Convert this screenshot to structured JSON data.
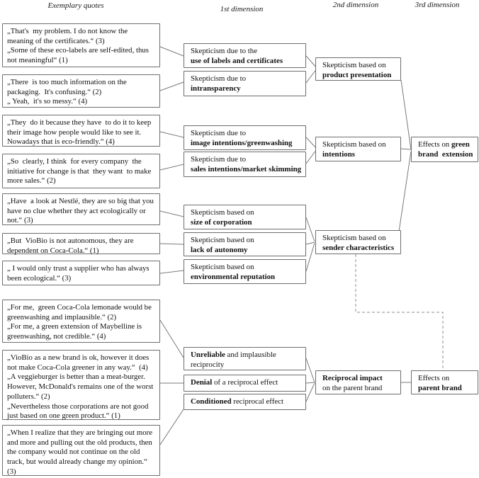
{
  "headers": [
    {
      "label": "Exemplary quotes"
    },
    {
      "label": "1st dimension"
    },
    {
      "label": "2nd dimension"
    },
    {
      "label": "3rd dimension"
    }
  ],
  "quotes": [
    {
      "lines": [
        "„That's  my problem. I do not know the",
        "meaning of the certificates.“ (3)",
        "„Some of these eco-labels are self-edited, thus",
        "not meaningful“ (1)"
      ]
    },
    {
      "lines": [
        "„There  is too much information on the",
        "packaging.  It's confusing.“ (2)",
        "„ Yeah,  it's so messy.“ (4)"
      ]
    },
    {
      "lines": [
        "„They  do it because they have  to do it to keep",
        "their image how people would like to see it.",
        "Nowadays that is eco-friendly.“ (4)"
      ]
    },
    {
      "lines": [
        "„So  clearly, I think  for every company  the",
        "initiative for change is that  they want  to make",
        "more sales.“ (2)"
      ]
    },
    {
      "lines": [
        "„Have  a look at Nestlé, they are so big that you",
        "have no clue whether they act ecologically or",
        "not.“ (3)"
      ]
    },
    {
      "lines": [
        "„But  VioBio is not autonomous, they are",
        "dependent on Coca-Cola.“ (1)"
      ]
    },
    {
      "lines": [
        "„ I would only trust a supplier who has always",
        "been ecological.“ (3)"
      ]
    },
    {
      "lines": [
        "„For me,  green Coca-Cola lemonade would be",
        "greenwashing and implausible.“ (2)",
        "„For me, a green extension of Maybelline is",
        "greenwashing, not credible.“ (4)"
      ]
    },
    {
      "lines": [
        "„VioBio as a new brand is ok, however it does",
        "not make Coca-Cola greener in any way.“  (4)",
        "„A veggieburger is better than a meat-burger.",
        "However, McDonald's remains one of the worst",
        "polluters.“ (2)",
        "„Nevertheless those corporations are not good",
        "just based on one green product.“ (1)"
      ]
    },
    {
      "lines": [
        "„When I realize that they are bringing out more",
        "and more and pulling out the old products, then",
        "the company would not continue on the old",
        "track, but would already change my opinion.“",
        "(3)"
      ]
    }
  ],
  "dim1": [
    {
      "lines": [
        [
          {
            "text": "Skepticism due to the",
            "bold": false
          }
        ],
        [
          {
            "text": "use of labels and certificates",
            "bold": true
          }
        ]
      ]
    },
    {
      "lines": [
        [
          {
            "text": "Skepticism due to",
            "bold": false
          }
        ],
        [
          {
            "text": "intransparency",
            "bold": true
          }
        ]
      ]
    },
    {
      "lines": [
        [
          {
            "text": "Skepticism due to",
            "bold": false
          }
        ],
        [
          {
            "text": "image intentions/greenwashing",
            "bold": true
          }
        ]
      ]
    },
    {
      "lines": [
        [
          {
            "text": "Skepticism due to",
            "bold": false
          }
        ],
        [
          {
            "text": "sales intentions/market skimming",
            "bold": true
          }
        ]
      ]
    },
    {
      "lines": [
        [
          {
            "text": "Skepticism based on",
            "bold": false
          }
        ],
        [
          {
            "text": "size of corporation",
            "bold": true
          }
        ]
      ]
    },
    {
      "lines": [
        [
          {
            "text": "Skepticism based on",
            "bold": false
          }
        ],
        [
          {
            "text": "lack of autonomy",
            "bold": true
          }
        ]
      ]
    },
    {
      "lines": [
        [
          {
            "text": "Skepticism based on",
            "bold": false
          }
        ],
        [
          {
            "text": "environmental reputation",
            "bold": true
          }
        ]
      ]
    },
    {
      "lines": [
        [
          {
            "text": "Unreliable",
            "bold": true
          },
          {
            "text": " and implausible",
            "bold": false
          }
        ],
        [
          {
            "text": "reciprocity",
            "bold": false
          }
        ]
      ]
    },
    {
      "lines": [
        [
          {
            "text": "Denial",
            "bold": true
          },
          {
            "text": " of a reciprocal effect",
            "bold": false
          }
        ]
      ]
    },
    {
      "lines": [
        [
          {
            "text": "Conditioned",
            "bold": true
          },
          {
            "text": " reciprocal effect",
            "bold": false
          }
        ]
      ]
    }
  ],
  "dim2": [
    {
      "lines": [
        [
          {
            "text": "Skepticism based on",
            "bold": false
          }
        ],
        [
          {
            "text": "product presentation",
            "bold": true
          }
        ]
      ]
    },
    {
      "lines": [
        [
          {
            "text": "Skepticism based on",
            "bold": false
          }
        ],
        [
          {
            "text": "intentions",
            "bold": true
          }
        ]
      ]
    },
    {
      "lines": [
        [
          {
            "text": "Skepticism based on",
            "bold": false
          }
        ],
        [
          {
            "text": "sender characteristics",
            "bold": true
          }
        ]
      ]
    },
    {
      "lines": [
        [
          {
            "text": "Reciprocal impact",
            "bold": true
          }
        ],
        [
          {
            "text": "on the parent brand",
            "bold": false
          }
        ]
      ]
    }
  ],
  "dim3": [
    {
      "lines": [
        [
          {
            "text": "Effects on ",
            "bold": false
          },
          {
            "text": "green",
            "bold": true
          }
        ],
        [
          {
            "text": "brand  extension",
            "bold": true
          }
        ]
      ]
    },
    {
      "lines": [
        [
          {
            "text": "Effects on",
            "bold": false
          }
        ],
        [
          {
            "text": "parent brand",
            "bold": true
          }
        ]
      ]
    }
  ],
  "colors": {
    "box_border": "#6d6d6d",
    "connector": "#7a7a7a",
    "dashed_connector": "#8c8c8c",
    "text": "#111111",
    "background": "#ffffff"
  }
}
